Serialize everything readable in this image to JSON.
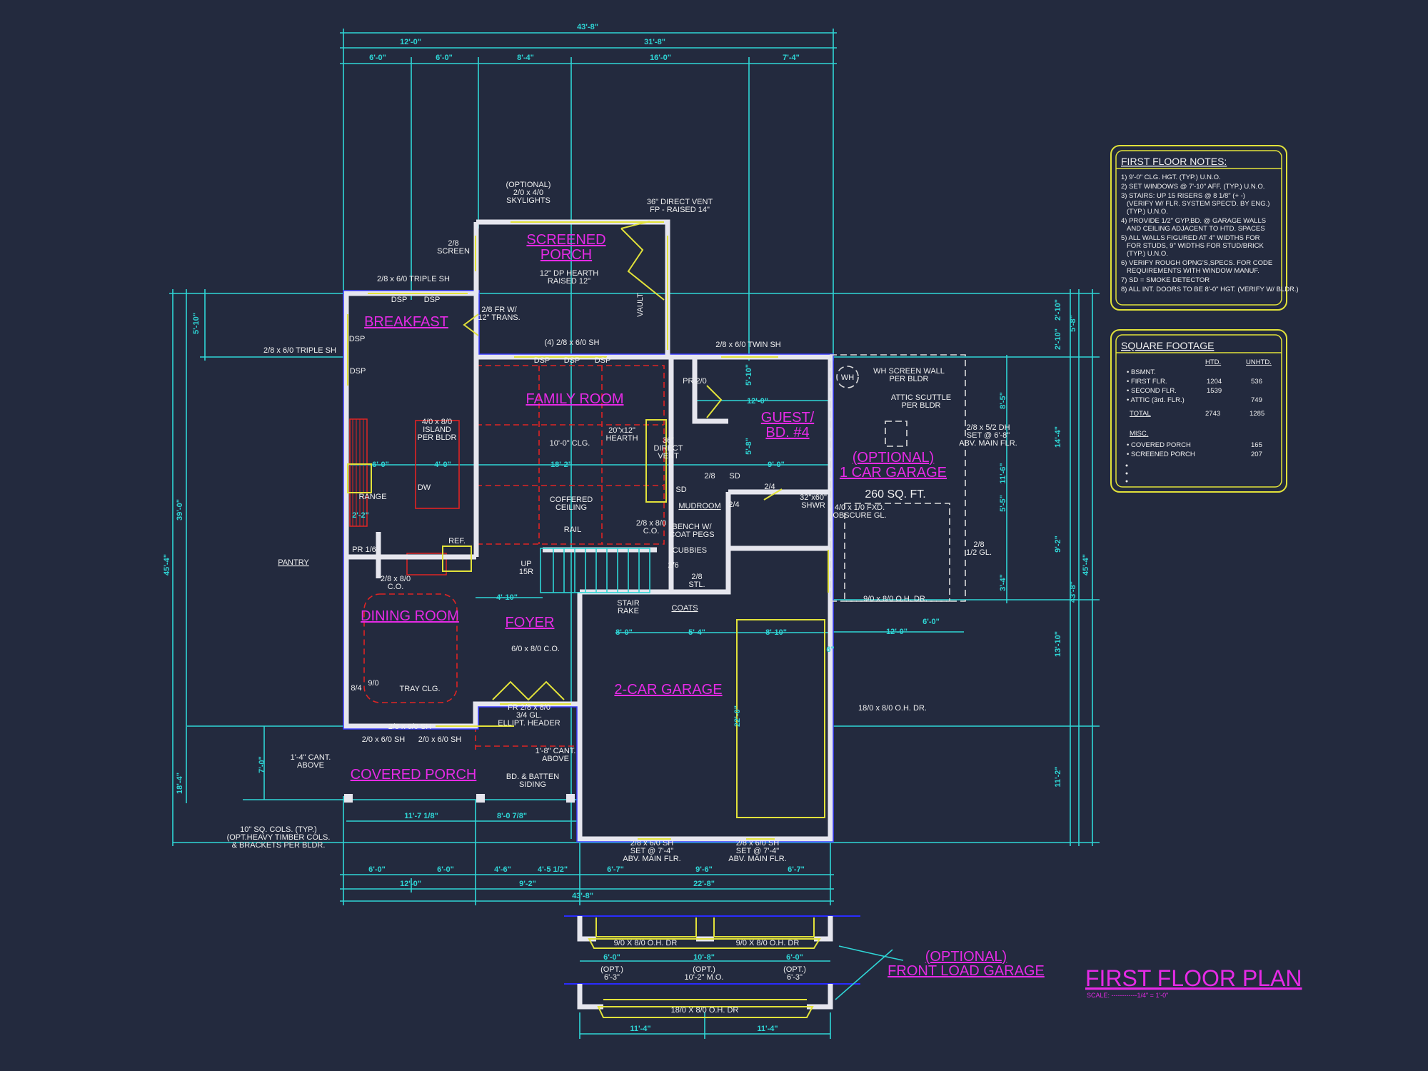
{
  "title": "FIRST FLOOR PLAN",
  "scale": "SCALE: ------------1/4\" = 1'-0\"",
  "colors": {
    "background": "#232a3e",
    "dimension": "#2fd6d6",
    "room_label": "#e62ae6",
    "walls": "#e6e6ee",
    "windows_doors": "#e2e23a",
    "ceiling": "#e02424",
    "notes_border": "#e2e23a"
  },
  "rooms": [
    [
      "SCREENED",
      "PORCH"
    ],
    [
      "BREAKFAST"
    ],
    [
      "FAMILY ROOM"
    ],
    [
      "GUEST/",
      "BD. #4"
    ],
    [
      "(OPTIONAL)",
      "1 CAR GARAGE"
    ],
    [
      "DINING ROOM"
    ],
    [
      "FOYER"
    ],
    [
      "2-CAR GARAGE"
    ],
    [
      "COVERED PORCH"
    ],
    [
      "(OPTIONAL)",
      "FRONT LOAD GARAGE"
    ]
  ],
  "room_area": "260 SQ. FT.",
  "labels": [
    "MUDROOM",
    "PANTRY",
    "COATS"
  ],
  "annotations": [
    [
      "(OPTIONAL)",
      "2/0 x 4/0",
      "SKYLIGHTS"
    ],
    [
      "36\" DIRECT VENT",
      "FP - RAISED 14\""
    ],
    [
      "2/8",
      "SCREEN"
    ],
    [
      "2/8 x 6/0 TRIPLE SH"
    ],
    [
      "DSP"
    ],
    [
      "DSP"
    ],
    [
      "12\" DP HEARTH",
      "RAISED 12\""
    ],
    [
      "VAULT"
    ],
    [
      "2/8 FR W/",
      "12\" TRANS."
    ],
    [
      "DSP"
    ],
    [
      "DSP"
    ],
    [
      "2/8 x 6/0 TRIPLE SH"
    ],
    [
      "(4) 2/8 x 6/0 SH"
    ],
    [
      "DSP"
    ],
    [
      "DSP"
    ],
    [
      "DSP"
    ],
    [
      "2/8 x 6/0 TWIN SH"
    ],
    [
      "PR 2/0"
    ],
    [
      "WH"
    ],
    [
      "WH SCREEN WALL",
      "PER BLDR"
    ],
    [
      "ATTIC SCUTTLE",
      "PER BLDR"
    ],
    [
      "4/0 x 8/0",
      "ISLAND",
      "PER BLDR"
    ],
    [
      "10'-0\" CLG."
    ],
    [
      "20\"x12\"",
      "HEARTH"
    ],
    [
      "36\"",
      "DIRECT",
      "VENT"
    ],
    [
      "2/8 x 5/2 DH",
      "SET @ 6'-8\"",
      "ABV. MAIN FLR."
    ],
    [
      "DW"
    ],
    [
      "RANGE"
    ],
    [
      "COFFERED",
      "CEILING"
    ],
    [
      "2/8"
    ],
    [
      "SD"
    ],
    [
      "SD"
    ],
    [
      "2/4"
    ],
    [
      "2/4"
    ],
    [
      "32\"x60\"",
      "SHWR"
    ],
    [
      "4/0 x 1/0 FXD.",
      "OBSCURE GL."
    ],
    [
      "BENCH W/",
      "COAT PEGS"
    ],
    [
      "2/8 x 8/0",
      "C.O."
    ],
    [
      "RAIL"
    ],
    [
      "REF."
    ],
    [
      "CUBBIES"
    ],
    [
      "PR 1/6"
    ],
    [
      "UP",
      "15R"
    ],
    [
      "2/8",
      "1/2 GL."
    ],
    [
      "2/6"
    ],
    [
      "2/8",
      "STL."
    ],
    [
      "2/8 x 8/0",
      "C.O."
    ],
    [
      "STAIR",
      "RAKE"
    ],
    [
      "9/0 x 8/0 O.H. DR."
    ],
    [
      "6/0 x 8/0 C.O."
    ],
    [
      "8/4"
    ],
    [
      "9/0"
    ],
    [
      "TRAY CLG."
    ],
    [
      "FR 2/8 x 8/0",
      "3/4 GL.",
      "ELLIPT. HEADER"
    ],
    [
      "18/0 x 8/0 O.H. DR."
    ],
    [
      "2/8 x 6/0 SH"
    ],
    [
      "2/0 x 6/0 SH"
    ],
    [
      "2/0 x 6/0 SH"
    ],
    [
      "1'-4\" CANT.",
      "ABOVE"
    ],
    [
      "1'-8\" CANT.",
      "ABOVE"
    ],
    [
      "BD. & BATTEN",
      "SIDING"
    ],
    [
      "10\" SQ. COLS. (TYP.)",
      "(OPT.HEAVY TIMBER COLS.",
      "& BRACKETS PER BLDR."
    ],
    [
      "2/8 x 6/0 SH",
      "SET @ 7'-4\"",
      "ABV. MAIN FLR."
    ],
    [
      "2/8 x 6/0 SH",
      "SET @ 7'-4\"",
      "ABV. MAIN FLR."
    ],
    [
      "9/0 X 8/0 O.H. DR"
    ],
    [
      "9/0 X 8/0 O.H. DR"
    ],
    [
      "(OPT.)",
      "6'-3\""
    ],
    [
      "(OPT.)",
      "10'-2\" M.O."
    ],
    [
      "(OPT.)",
      "6'-3\""
    ],
    [
      "18/0 X 8/0 O.H. DR"
    ]
  ],
  "dimensions": [
    "43'-8\"",
    "12'-0\"",
    "31'-8\"",
    "6'-0\"",
    "6'-0\"",
    "8'-4\"",
    "16'-0\"",
    "7'-4\"",
    "6'-0\"",
    "6'-0\"",
    "12'-0\"",
    "4'-6\"",
    "9'-2\"",
    "4'-5 1/2\"",
    "6'-7\"",
    "9'-6\"",
    "6'-7\"",
    "22'-8\"",
    "43'-8\"",
    "6'-0\"",
    "10'-8\"",
    "6'-0\"",
    "11'-4\"",
    "11'-4\"",
    "39'-0\"",
    "45'-4\"",
    "18'-4\"",
    "5'-10\"",
    "7'-0\"",
    "2'-10\"",
    "5'-8\"",
    "2'-10\"",
    "14'-4\"",
    "45'-4\"",
    "43'-8\"",
    "9'-2\"",
    "13'-10\"",
    "11'-2\"",
    "8'-5\"",
    "11'-6\"",
    "5'-5\"",
    "3'-4\"",
    "12'-0\"",
    "9'-0\"",
    "5'-10\"",
    "5'-8\"",
    "6'-0\"",
    "4'-0\"",
    "18'-2\"",
    "2'-2\"",
    "4'-10\"",
    "8'-0\"",
    "5'-4\"",
    "8'-10\"",
    "12'-0\"",
    "6'-0\"",
    "22'-0\"",
    "6\"",
    "11'-7 1/8\"",
    "8'-0 7/8\""
  ],
  "notes": {
    "title": "FIRST FLOOR NOTES:",
    "items": [
      [
        "1) 9'-0\" CLG. HGT. (TYP.) U.N.O."
      ],
      [
        "2) SET WINDOWS @ 7'-10\" AFF. (TYP.) U.N.O."
      ],
      [
        "3) STAIRS: UP 15 RISERS @ 8 1/8\" (+ -)",
        "(VERIFY W/ FLR. SYSTEM SPEC'D. BY ENG.)",
        "(TYP.) U.N.O."
      ],
      [
        "4) PROVIDE 1/2\" GYP.BD. @ GARAGE WALLS",
        "AND CEILING ADJACENT TO HTD. SPACES"
      ],
      [
        "5) ALL WALLS FIGURED AT 4\" WIDTHS FOR",
        "FOR STUDS, 9\" WIDTHS FOR STUD/BRICK",
        "(TYP.) U.N.O."
      ],
      [
        "6) VERIFY ROUGH OPNG'S,SPECS. FOR CODE",
        "REQUIREMENTS WITH WINDOW MANUF."
      ],
      [
        "7) SD = SMOKE DETECTOR"
      ],
      [
        "8) ALL INT. DOORS TO BE 8'-0\" HGT. (VERIFY W/ BLDR.)"
      ]
    ]
  },
  "square_footage": {
    "title": "SQUARE FOOTAGE",
    "headers": [
      "HTD.",
      "UNHTD."
    ],
    "rows": [
      {
        "label": "BSMNT.",
        "htd": "",
        "unhtd": ""
      },
      {
        "label": "FIRST FLR.",
        "htd": "1204",
        "unhtd": "536"
      },
      {
        "label": "SECOND FLR.",
        "htd": "1539",
        "unhtd": ""
      },
      {
        "label": "ATTIC (3rd. FLR.)",
        "htd": "",
        "unhtd": "749"
      }
    ],
    "total": {
      "label": "TOTAL",
      "htd": "2743",
      "unhtd": "1285"
    },
    "misc_label": "MISC.",
    "misc_rows": [
      {
        "label": "COVERED PORCH",
        "unhtd": "165"
      },
      {
        "label": "SCREENED PORCH",
        "unhtd": "207"
      }
    ]
  }
}
